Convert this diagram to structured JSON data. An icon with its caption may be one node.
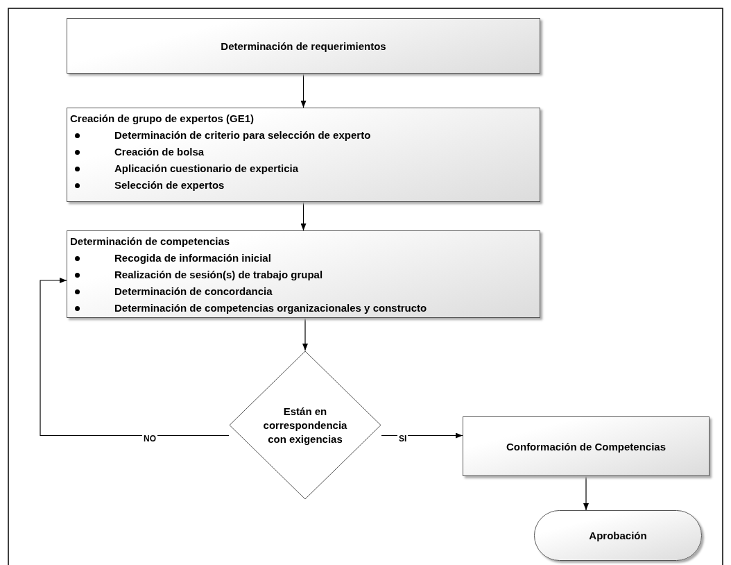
{
  "diagram": {
    "nodes": [
      {
        "text": [
          "Determinación de requerimientos"
        ]
      },
      {
        "text": [
          "Creación de grupo de expertos (GE1)",
          "Determinación de criterio para selección de experto",
          "Creación de bolsa",
          "Aplicación cuestionario de experticia",
          "Selección de expertos"
        ]
      },
      {
        "text": [
          "Determinación de competencias",
          "Recogida de información inicial",
          "Realización de sesión(s) de trabajo grupal",
          "Determinación de concordancia",
          "Determinación de competencias organizacionales y constructo"
        ]
      },
      {
        "text": [
          "Están en correspondencia con exigencias"
        ]
      },
      {
        "text": [
          "Conformación de Competencias"
        ]
      },
      {
        "text": [
          "Aprobación"
        ]
      }
    ],
    "edges": [
      {
        "from": 0,
        "to": 1,
        "arrow": "to"
      },
      {
        "from": 1,
        "to": 2,
        "arrow": "to"
      },
      {
        "from": 2,
        "to": 3,
        "arrow": "to"
      },
      {
        "from": 3,
        "to": 2,
        "arrow": "to",
        "label": "NO"
      },
      {
        "from": 3,
        "to": 4,
        "arrow": "to",
        "label": "SI"
      },
      {
        "from": 4,
        "to": 5,
        "arrow": "to"
      }
    ]
  }
}
